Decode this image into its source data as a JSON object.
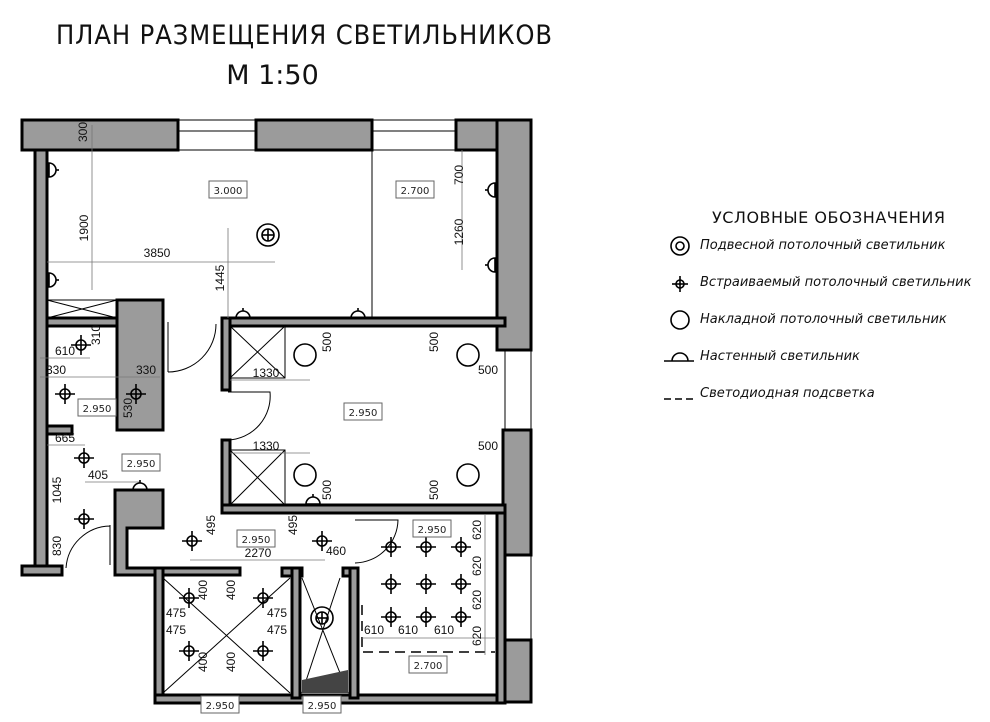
{
  "title": "ПЛАН РАЗМЕЩЕНИЯ СВЕТИЛЬНИКОВ",
  "scale": "М 1:50",
  "legend": {
    "title": "УСЛОВНЫЕ ОБОЗНАЧЕНИЯ",
    "items": [
      {
        "icon": "pendant-light-icon",
        "label": "Подвесной потолочный светильник"
      },
      {
        "icon": "recessed-light-icon",
        "label": "Встраиваемый потолочный светильник"
      },
      {
        "icon": "surface-light-icon",
        "label": "Накладной потолочный светильник"
      },
      {
        "icon": "wall-light-icon",
        "label": "Настенный светильник"
      },
      {
        "icon": "led-strip-icon",
        "label": "Светодиодная подсветка"
      }
    ]
  },
  "ceiling_heights": [
    "3.000",
    "2.700",
    "2.950",
    "2.950",
    "2.950",
    "2.950",
    "2.950",
    "2.700",
    "2.950",
    "2.950"
  ],
  "dimensions": [
    "300",
    "1900",
    "3850",
    "1445",
    "700",
    "1260",
    "610",
    "310",
    "330",
    "330",
    "530",
    "1330",
    "500",
    "500",
    "500",
    "1330",
    "500",
    "500",
    "500",
    "665",
    "405",
    "1045",
    "830",
    "495",
    "495",
    "2270",
    "460",
    "400",
    "400",
    "475",
    "475",
    "475",
    "475",
    "400",
    "400",
    "620",
    "620",
    "620",
    "620",
    "610",
    "610",
    "610"
  ],
  "colors": {
    "wall": "#9b9b9b",
    "line": "#000000"
  }
}
